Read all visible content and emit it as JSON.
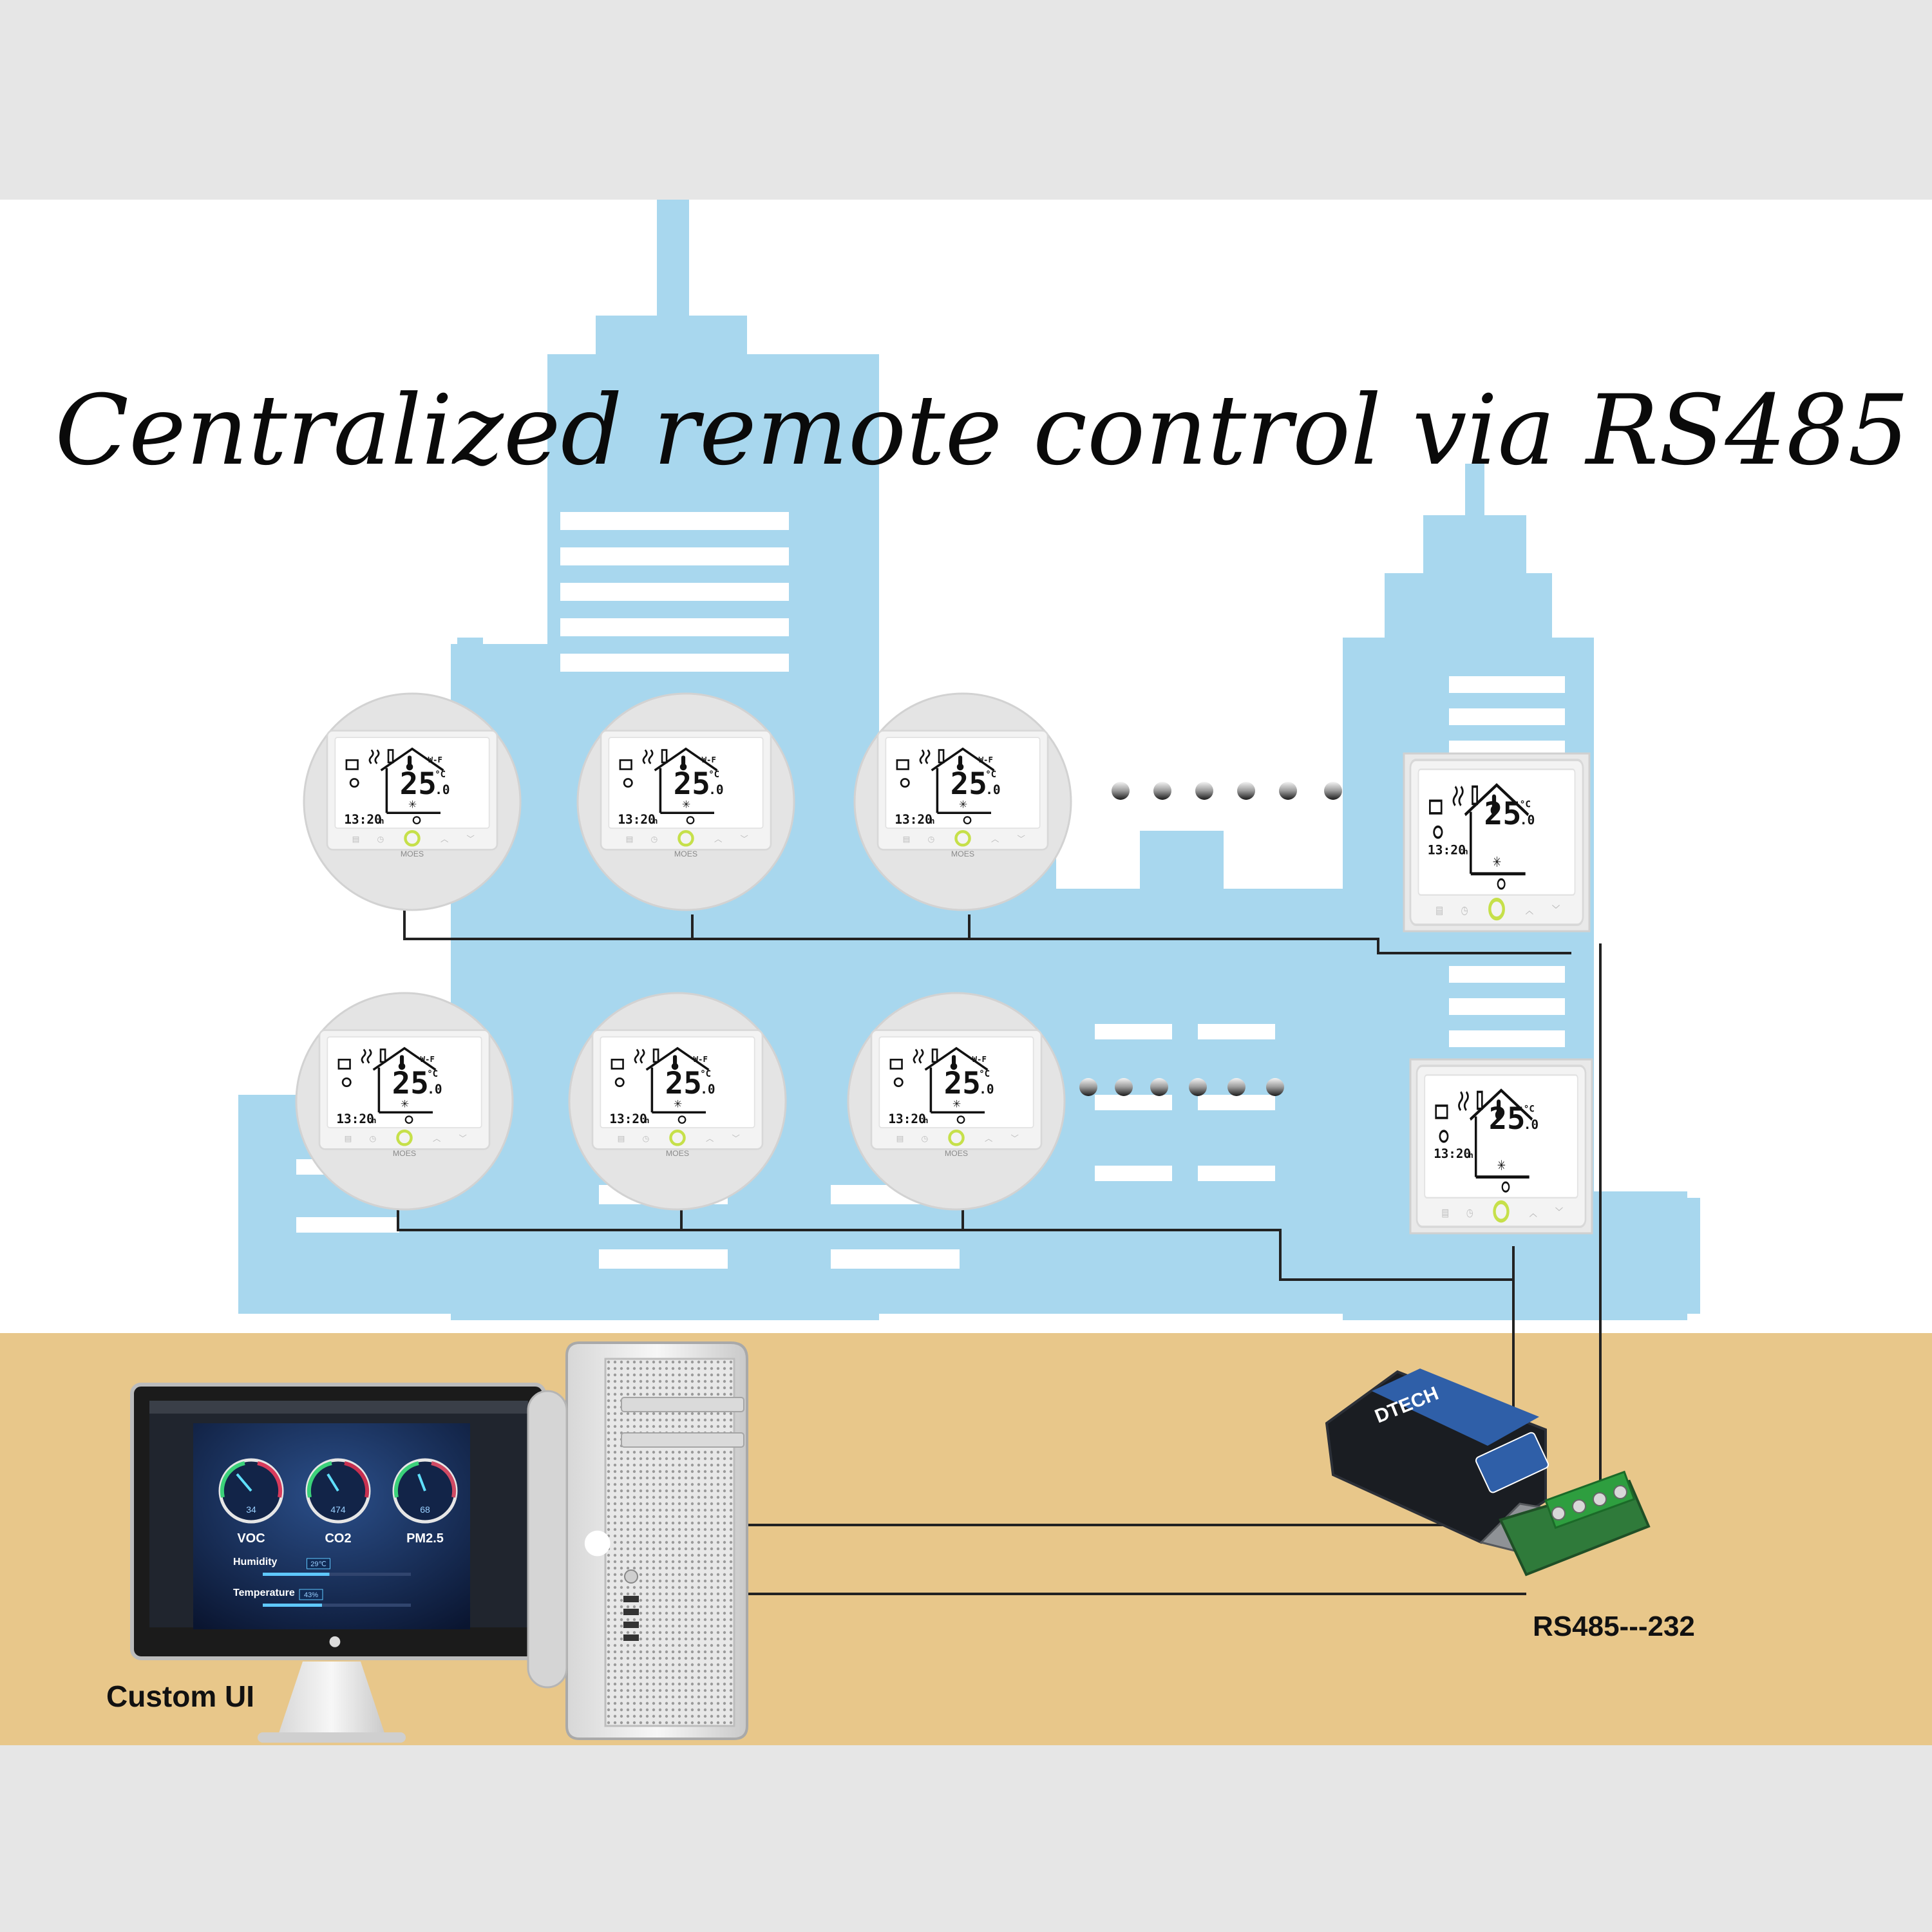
{
  "title": "Centralized remote control via RS485",
  "colors": {
    "band": "#e6e6e6",
    "skyline": "#a8d7ee",
    "floor": "#e8c78a",
    "wire": "#222222",
    "ring": "#c6e04a"
  },
  "thermostat": {
    "temperature": "25",
    "decimal": ".0",
    "unit": "°C",
    "time": "13:20",
    "time_suffix": "h",
    "wifi": "W-F",
    "brand": "MOES"
  },
  "computer": {
    "caption": "Custom UI",
    "dials": [
      {
        "label": "VOC",
        "value": "34"
      },
      {
        "label": "CO2",
        "value": "474"
      },
      {
        "label": "PM2.5",
        "value": "68"
      }
    ],
    "bars": [
      {
        "label": "Humidity",
        "value": "29℃",
        "fill": 0.45
      },
      {
        "label": "Temperature",
        "value": "43%",
        "fill": 0.4
      }
    ]
  },
  "converter": {
    "brand": "DTECH",
    "caption": "RS485---232"
  }
}
